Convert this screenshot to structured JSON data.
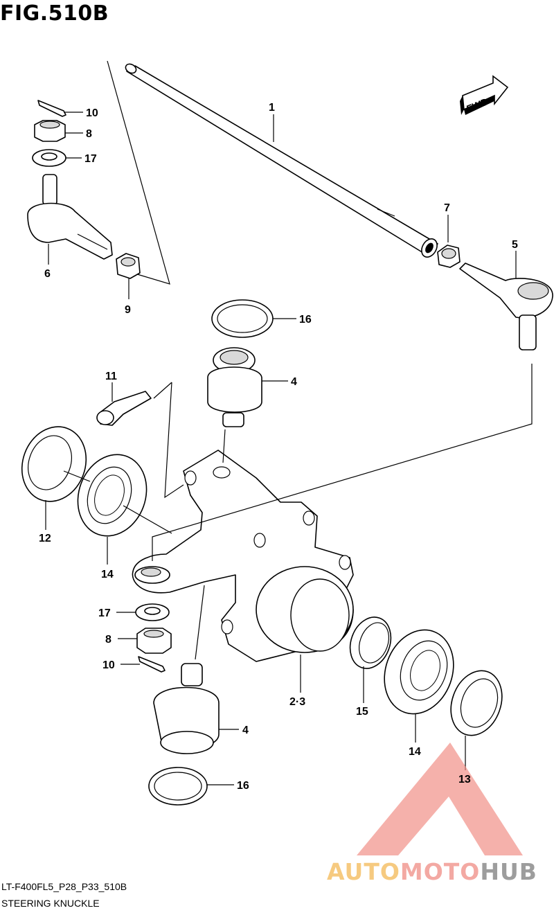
{
  "figure_title": "FIG.510B",
  "footer_code": "LT-F400FL5_P28_P33_510B",
  "footer_name": "STEERING KNUCKLE",
  "fwd_label": "FWD",
  "callouts": {
    "c1": "1",
    "c2_3": "2·3",
    "c4_upper": "4",
    "c4_lower": "4",
    "c5": "5",
    "c6": "6",
    "c7": "7",
    "c8_upper": "8",
    "c8_lower": "8",
    "c9": "9",
    "c10_upper": "10",
    "c10_lower": "10",
    "c11": "11",
    "c12": "12",
    "c13": "13",
    "c14_upper": "14",
    "c14_lower": "14",
    "c15": "15",
    "c16_upper": "16",
    "c16_lower": "16",
    "c17_upper": "17",
    "c17_lower": "17"
  },
  "watermark": {
    "part1": "AUTO",
    "part2": "MOTO",
    "part3": "HUB",
    "colors": {
      "auto": "#f5c16a",
      "moto": "#f29b93",
      "hub": "#8c8c8c",
      "triangle": "#f08c84"
    }
  }
}
